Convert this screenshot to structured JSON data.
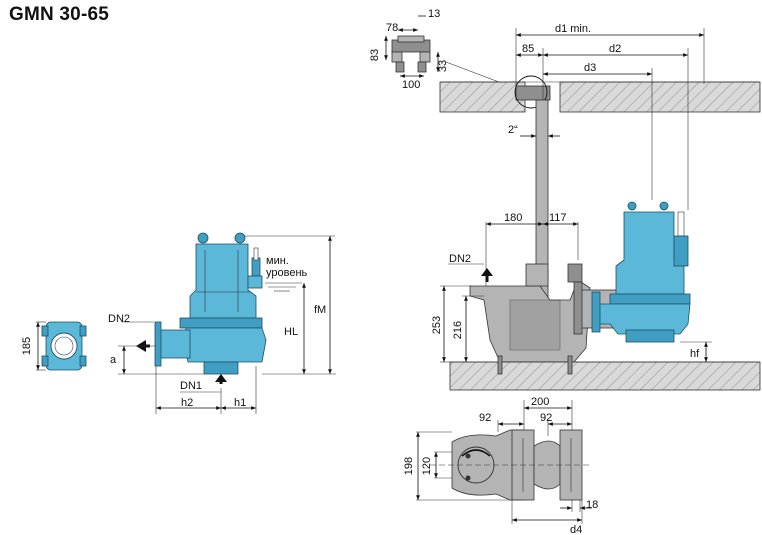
{
  "title": "GMN 30-65",
  "colors": {
    "pump_blue": "#5bb8d8",
    "pump_blue_dark": "#3f9ec2",
    "steel_grey": "#b4b4b4",
    "concrete_hatch": "#d9d9d9"
  },
  "icons": {
    "flow_arrow": "black-arrow-icon"
  },
  "labels": {
    "front_outlet_dia": "185",
    "dn2_left": "DN2",
    "a": "a",
    "dn1": "DN1",
    "h2": "h2",
    "h1": "h1",
    "min_level_line1": "мин.",
    "min_level_line2": "уровень",
    "hl": "HL",
    "fm": "fM",
    "bracket_78": "78",
    "bracket_13": "13",
    "bracket_83": "83",
    "bracket_33": "33",
    "bracket_100": "100",
    "d1_min": "d1 min.",
    "d2": "d2",
    "d3": "d3",
    "d85": "85",
    "pipe_2in": "2“",
    "d180": "180",
    "d117": "117",
    "dn2_right": "DN2",
    "h253": "253",
    "h216": "216",
    "hf": "hf",
    "d200": "200",
    "d92_left": "92",
    "d92_right": "92",
    "h198": "198",
    "h120": "120",
    "d18": "18",
    "d4": "d4"
  }
}
